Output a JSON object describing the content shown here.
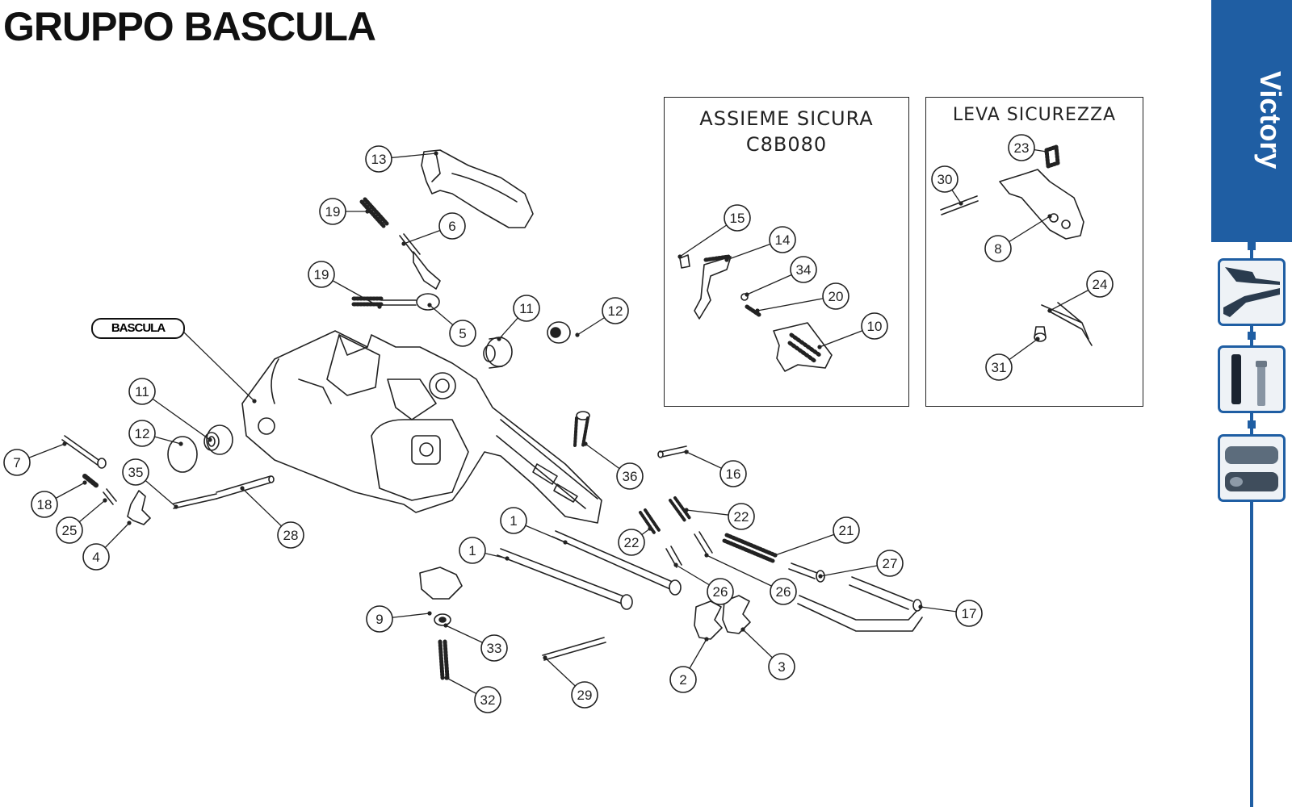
{
  "title": "GRUPPO BASCULA",
  "brand": "Victory",
  "main_label": "BASCULA",
  "inset_safety_assembly": {
    "title_line1": "ASSIEME SICURA",
    "title_line2": "C8B080",
    "callouts": [
      "15",
      "14",
      "34",
      "20",
      "10"
    ]
  },
  "inset_safety_lever": {
    "title": "LEVA SICUREZZA",
    "callouts": [
      "23",
      "30",
      "8",
      "24",
      "31"
    ]
  },
  "main_callouts": [
    "13",
    "19",
    "6",
    "19",
    "5",
    "11",
    "12",
    "11",
    "12",
    "7",
    "35",
    "18",
    "25",
    "4",
    "28",
    "36",
    "16",
    "1",
    "22",
    "22",
    "21",
    "1",
    "26",
    "26",
    "27",
    "9",
    "33",
    "17",
    "32",
    "29",
    "2",
    "3"
  ],
  "thumbnails": [
    "gun-thumb-icon",
    "barrel-thumb-icon",
    "case-thumb-icon"
  ],
  "colors": {
    "brand_blue": "#1f5ea3",
    "ink": "#222222"
  }
}
